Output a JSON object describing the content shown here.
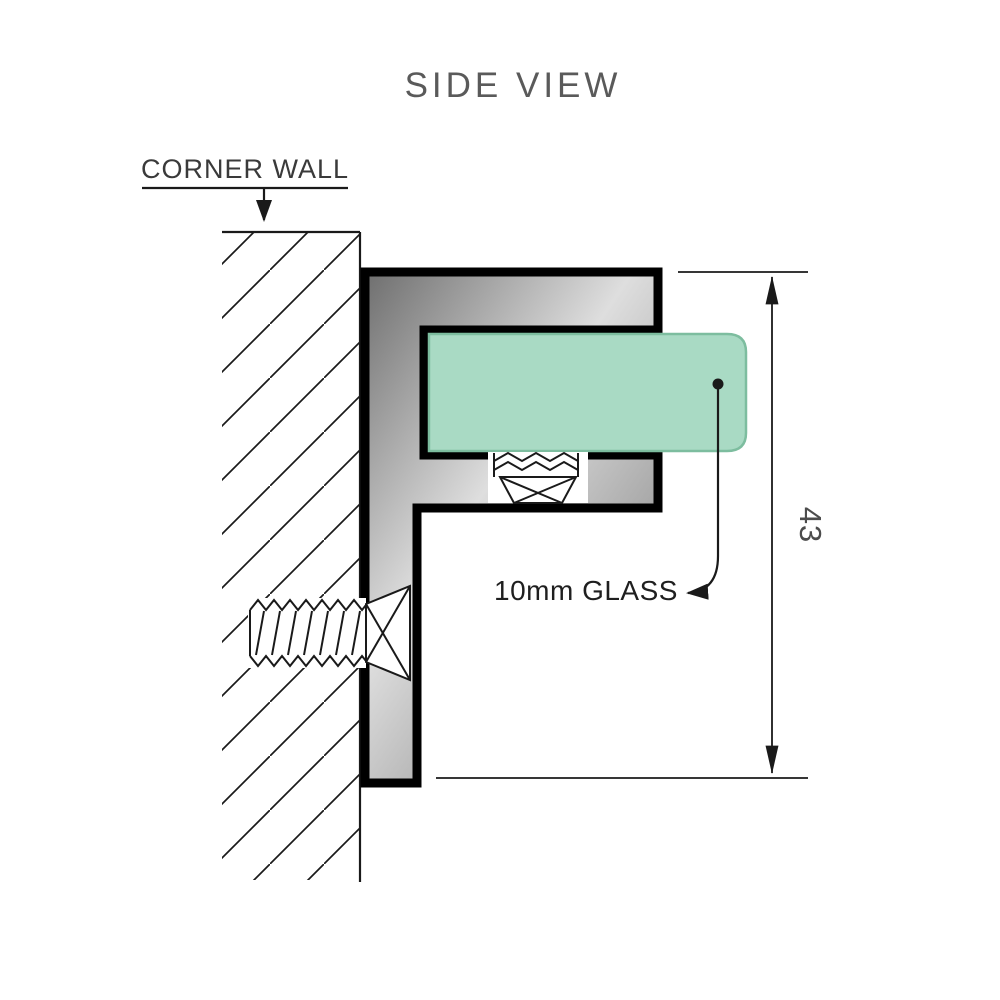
{
  "title": "SIDE VIEW",
  "wall_label": "CORNER WALL",
  "glass_label": "10mm GLASS",
  "dimension_label": "43",
  "colors": {
    "glass_fill": "#a9dac4",
    "glass_border": "#7dbd9f",
    "metal_dark": "#6e6e6e",
    "metal_mid": "#a8a8a8",
    "metal_light": "#dedede",
    "outline": "#000000",
    "line": "#1a1a1a",
    "title_text": "#5a5a5a",
    "wall_label_text": "#3a3a3a",
    "glass_label_text": "#1f1f1f",
    "dim_text": "#4c4c4c"
  }
}
